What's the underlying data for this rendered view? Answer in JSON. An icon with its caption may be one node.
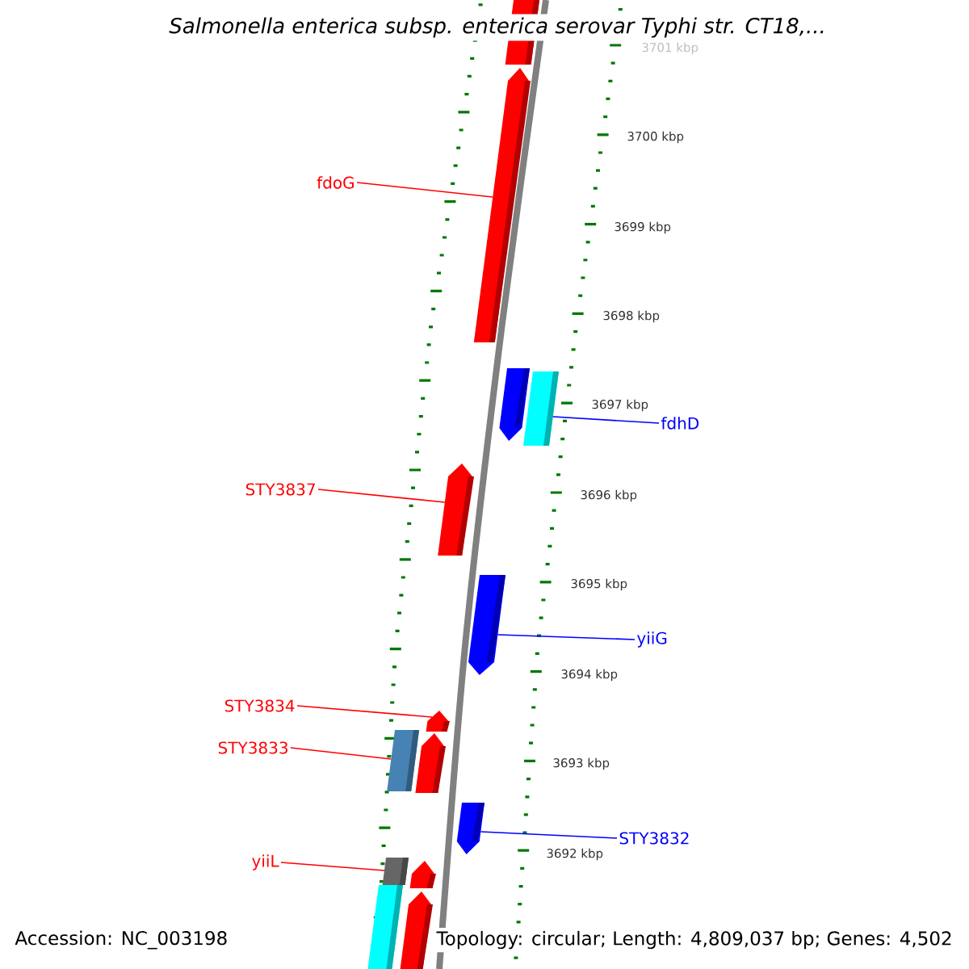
{
  "diagram": {
    "title": "Salmonella enterica subsp. enterica serovar Typhi str. CT18,...",
    "nodes": [
      {
        "text": [
          "fdoG"
        ]
      },
      {
        "text": [
          "fdhD"
        ]
      },
      {
        "text": [
          "STY3837"
        ]
      },
      {
        "text": [
          "yiiG"
        ]
      },
      {
        "text": [
          "STY3834"
        ]
      },
      {
        "text": [
          "STY3833"
        ]
      },
      {
        "text": [
          "STY3832"
        ]
      },
      {
        "text": [
          "yiiL"
        ]
      },
      {
        "text": [],
        "shape": "box"
      },
      {
        "text": [],
        "shape": "pentagon"
      },
      {
        "text": [],
        "shape": "pentagon"
      },
      {
        "text": [],
        "shape": "box"
      },
      {
        "text": [],
        "shape": "pentagon"
      },
      {
        "text": [],
        "shape": "pentagon"
      },
      {
        "text": [],
        "shape": "pentagon"
      },
      {
        "text": [],
        "shape": "pentagon"
      },
      {
        "text": [],
        "shape": "box"
      },
      {
        "text": [],
        "shape": "pentagon"
      },
      {
        "text": [],
        "shape": "box"
      },
      {
        "text": [],
        "shape": "box"
      },
      {
        "text": [],
        "shape": "pentagon"
      },
      {
        "text": [],
        "shape": "pentagon"
      }
    ],
    "edges": [
      {
        "from": 0,
        "to": 9,
        "arrow": "none",
        "color": "#ff0000"
      },
      {
        "from": 1,
        "to": 11,
        "arrow": "none",
        "color": "#0000ff"
      },
      {
        "from": 2,
        "to": 12,
        "arrow": "none",
        "color": "#ff0000"
      },
      {
        "from": 3,
        "to": 13,
        "arrow": "none",
        "color": "#0000ff"
      },
      {
        "from": 4,
        "to": 14,
        "arrow": "none",
        "color": "#ff0000"
      },
      {
        "from": 5,
        "to": 16,
        "arrow": "none",
        "color": "#ff0000"
      },
      {
        "from": 6,
        "to": 17,
        "arrow": "none",
        "color": "#0000ff"
      },
      {
        "from": 7,
        "to": 18,
        "arrow": "none",
        "color": "#ff0000"
      }
    ],
    "labels": [
      "3701 kbp",
      "3700 kbp",
      "3699 kbp",
      "3698 kbp",
      "3697 kbp",
      "3696 kbp",
      "3695 kbp",
      "3694 kbp",
      "3693 kbp",
      "3692 kbp",
      "Accession: NC_003198",
      "Topology: circular; Length: 4,809,037 bp; Genes: 4,502"
    ]
  }
}
